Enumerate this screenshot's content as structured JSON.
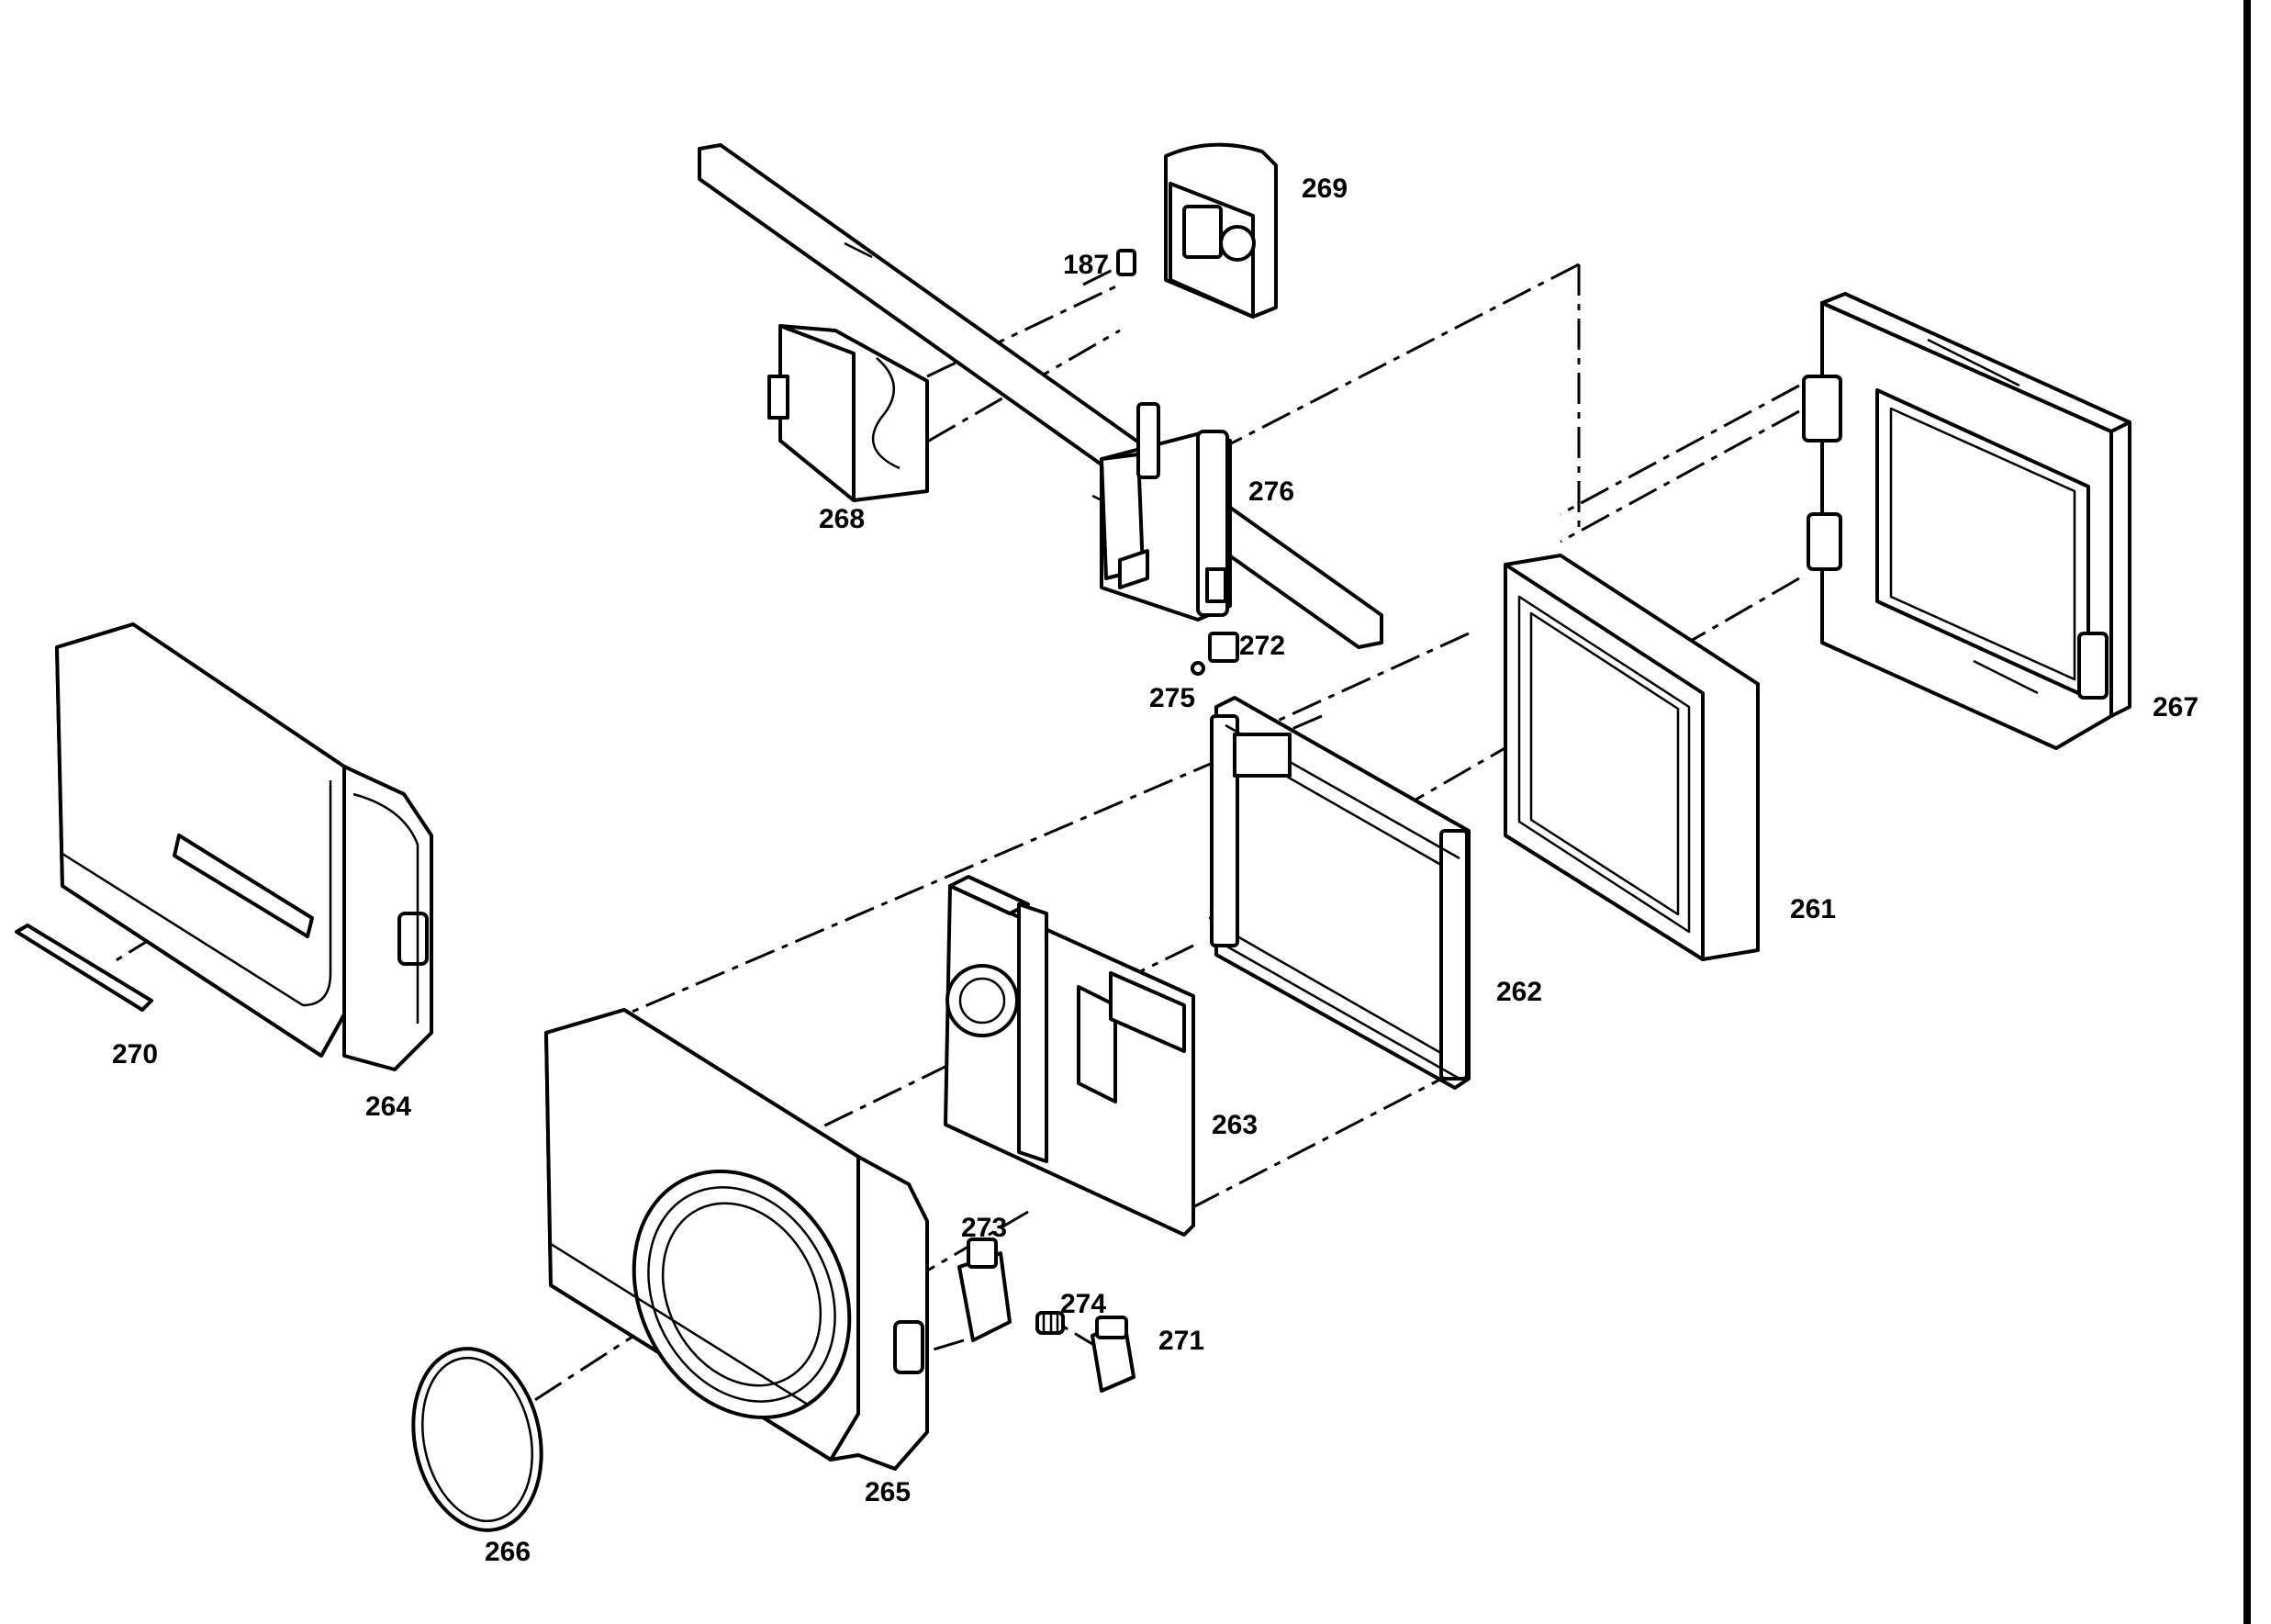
{
  "diagram": {
    "type": "exploded-parts-diagram",
    "parts": [
      {
        "id": "p261",
        "label": "261"
      },
      {
        "id": "p262",
        "label": "262"
      },
      {
        "id": "p263",
        "label": "263"
      },
      {
        "id": "p264",
        "label": "264"
      },
      {
        "id": "p265",
        "label": "265"
      },
      {
        "id": "p266",
        "label": "266"
      },
      {
        "id": "p267",
        "label": "267"
      },
      {
        "id": "p268",
        "label": "268"
      },
      {
        "id": "p269",
        "label": "269"
      },
      {
        "id": "p270",
        "label": "270"
      },
      {
        "id": "p271",
        "label": "271"
      },
      {
        "id": "p272",
        "label": "272"
      },
      {
        "id": "p273",
        "label": "273"
      },
      {
        "id": "p274",
        "label": "274"
      },
      {
        "id": "p275",
        "label": "275"
      },
      {
        "id": "p276",
        "label": "276"
      },
      {
        "id": "p187",
        "label": "187"
      }
    ]
  }
}
